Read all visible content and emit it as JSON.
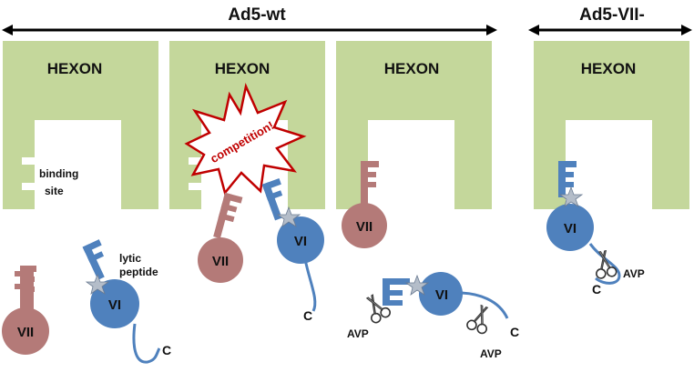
{
  "headers": {
    "wt": "Ad5-wt",
    "mutant": "Ad5-VII-"
  },
  "hexon_label": "HEXON",
  "labels": {
    "binding_site_line1": "binding",
    "binding_site_line2": "site",
    "lytic_line1": "lytic",
    "lytic_line2": "peptide",
    "competition": "competition!",
    "protein_vi": "VI",
    "protein_vii": "VII",
    "c_terminus": "C",
    "avp": "AVP"
  },
  "colors": {
    "hexon": "#c4d79b",
    "protein_vi": "#4f81bd",
    "protein_vii": "#b47a78",
    "lytic_star": "#b4bdc9",
    "competition_outline": "#c00000",
    "arrow": "#000000"
  }
}
